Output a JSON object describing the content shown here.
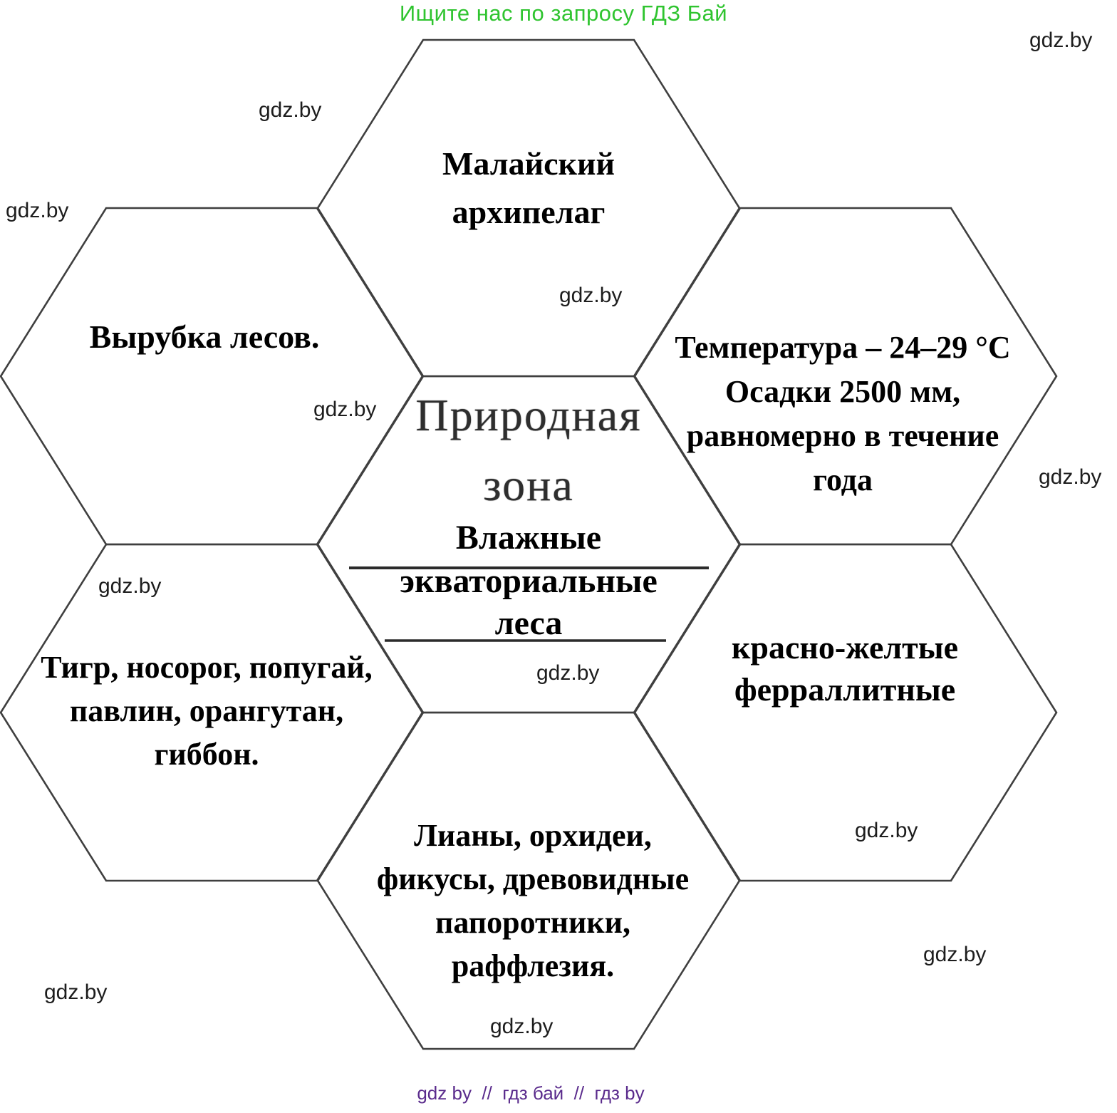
{
  "promo_banner": {
    "text": "Ищите нас по запросу ГДЗ Бай",
    "color": "#2fc42f"
  },
  "watermark": {
    "text": "gdz.by"
  },
  "footer": {
    "text": "gdz by  //  гдз бай  //  гдз by",
    "color": "#5a2b8c"
  },
  "colors": {
    "hexagon_outline": "#3f3f3f",
    "answer_text": "#000000",
    "heading_text": "#2e2e2e"
  },
  "diagram": {
    "center_hexagon": {
      "heading_line1": "Природная",
      "heading_line2": "зона",
      "answer_line1": "Влажные",
      "answer_line2": "экваториальные",
      "answer_line3": "леса"
    },
    "top_hexagon": {
      "lines": [
        "Малайский",
        "архипелаг"
      ]
    },
    "top_left_hexagon": {
      "lines": [
        "Вырубка лесов."
      ]
    },
    "top_right_hexagon": {
      "lines": [
        "Температура – 24–29 °C",
        "Осадки 2500 мм,",
        "равномерно в течение",
        "года"
      ]
    },
    "bottom_left_hexagon": {
      "lines": [
        "Тигр, носорог, попугай,",
        "павлин, орангутан,",
        "гиббон."
      ]
    },
    "bottom_right_hexagon": {
      "lines": [
        "красно-желтые",
        "ферраллитные"
      ]
    },
    "bottom_hexagon": {
      "lines": [
        "Лианы, орхидеи,",
        "фикусы, древовидные",
        "папоротники,",
        "раффлезия."
      ]
    }
  }
}
